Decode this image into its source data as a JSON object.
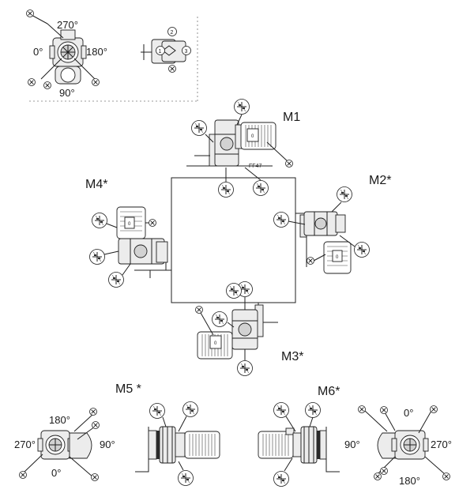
{
  "positions": {
    "m1": "M1",
    "m2": "M2*",
    "m3": "M3*",
    "m4": "M4*",
    "m5": "M5 *",
    "m6": "M6*"
  },
  "model": "FF47",
  "key": {
    "angle_top": "270°",
    "angle_left": "0°",
    "angle_right": "180°",
    "angle_bottom": "90°",
    "terminal_marks": [
      "1",
      "2",
      "3"
    ],
    "x_mark": "X"
  },
  "m5_angles": {
    "top": "180°",
    "left": "270°",
    "right": "90°",
    "bottom": "0°"
  },
  "m6_angles": {
    "top": "0°",
    "left": "90°",
    "right": "270°",
    "bottom": "180°"
  },
  "motor_mark": "0"
}
